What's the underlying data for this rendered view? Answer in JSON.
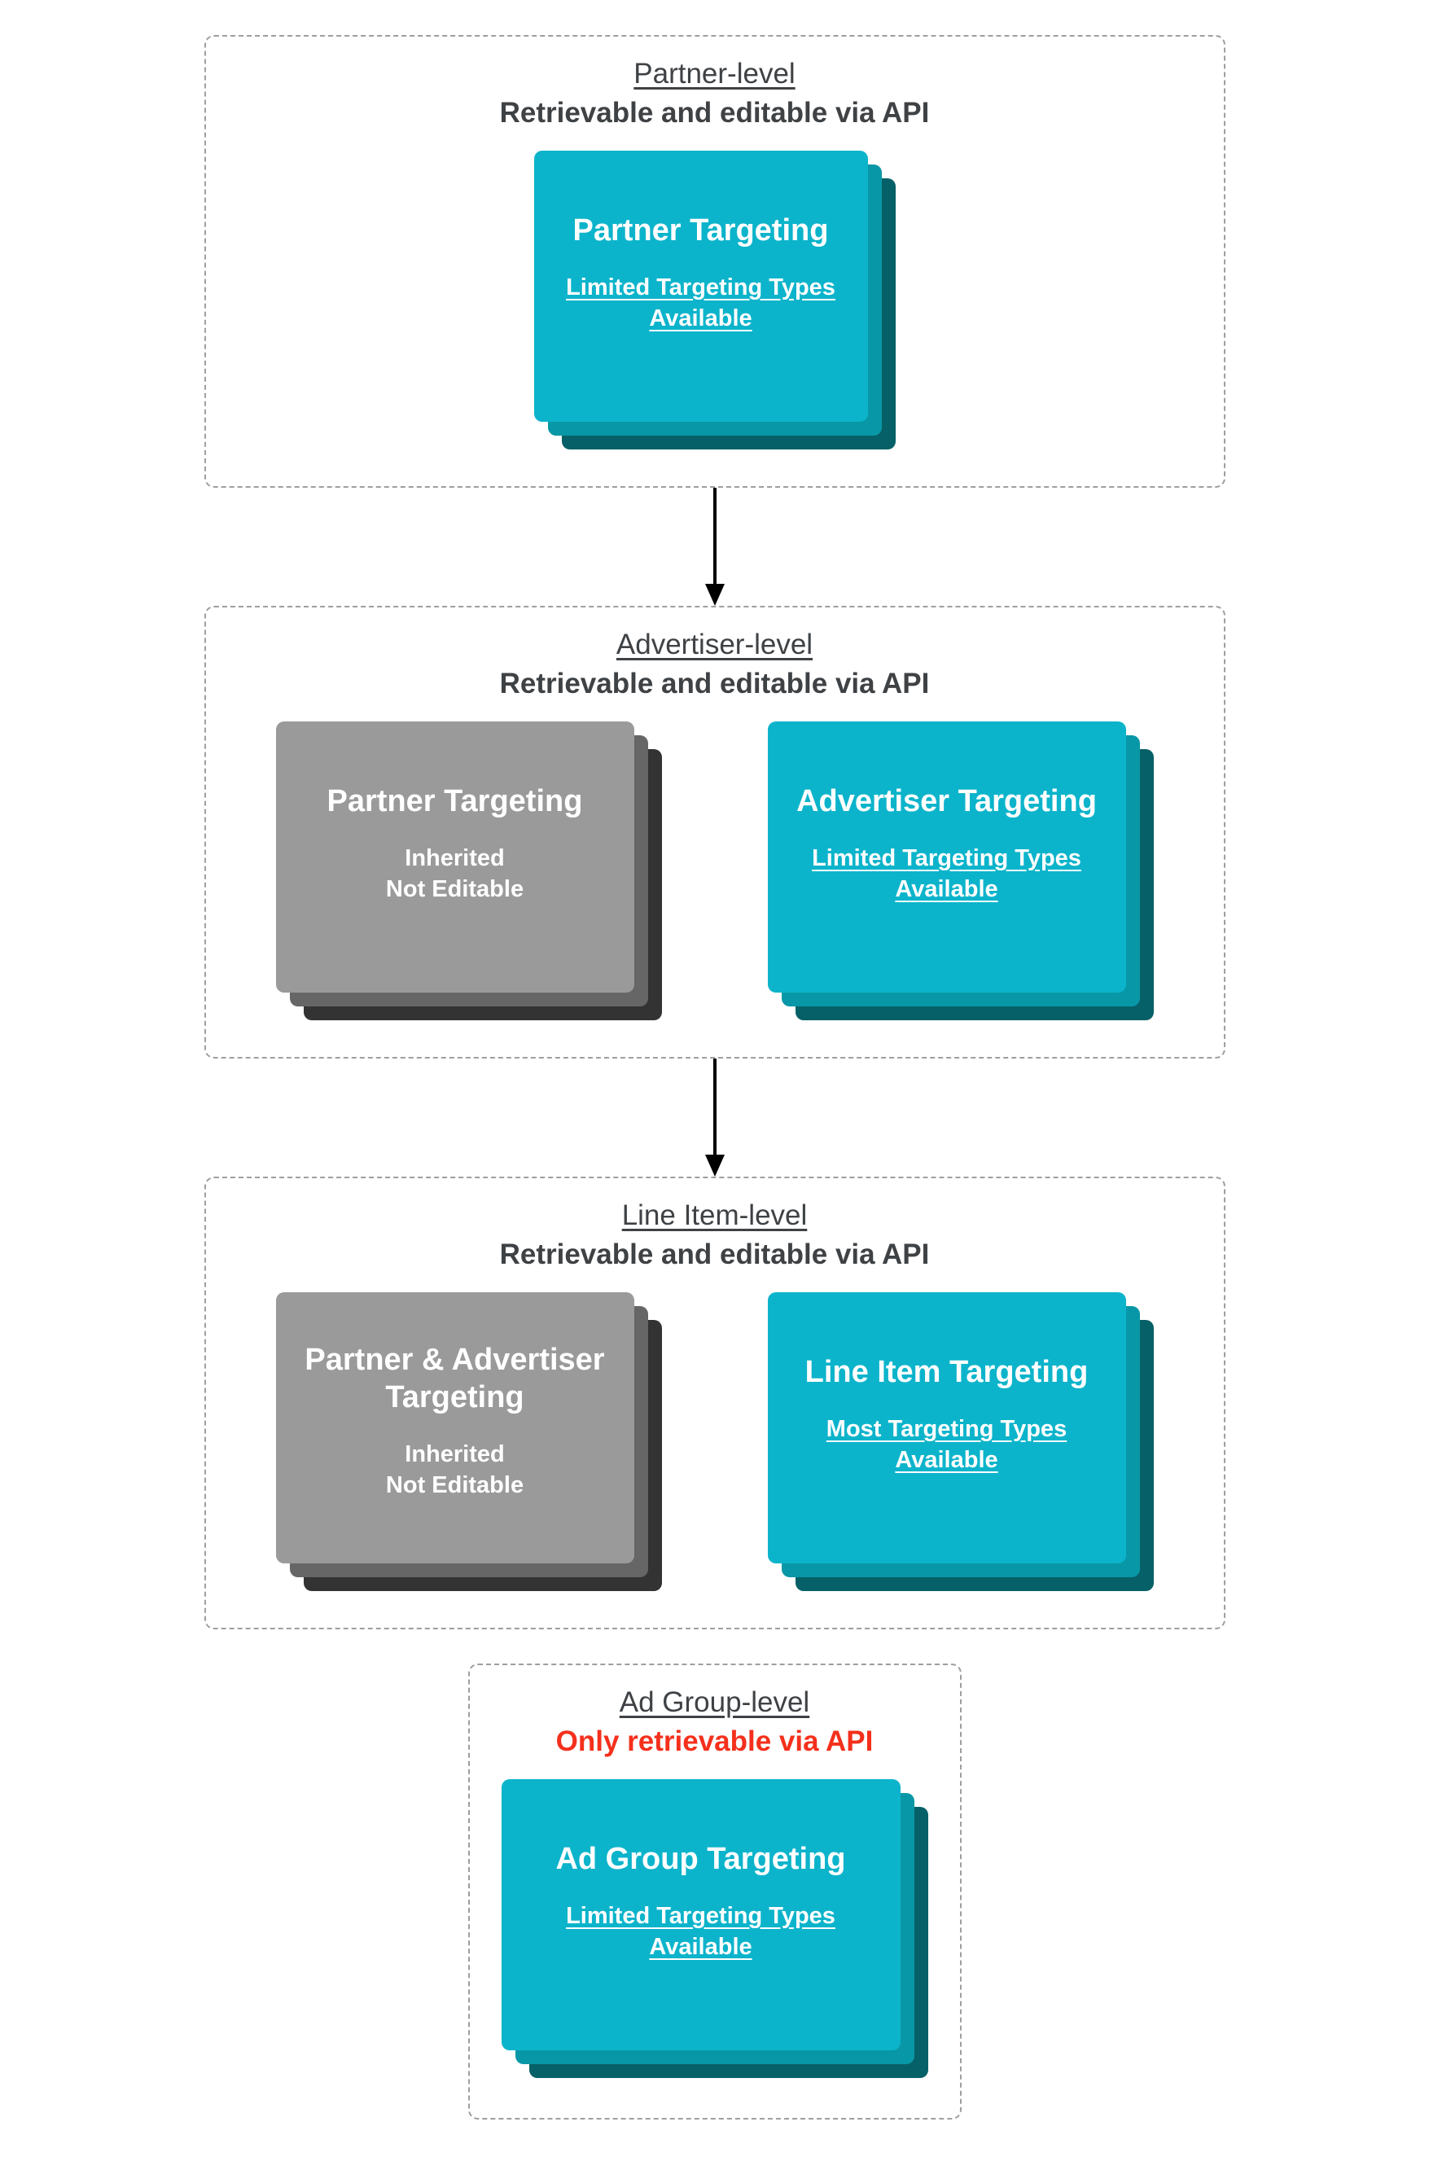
{
  "colors": {
    "card_teal": "#0cb4cb",
    "card_teal_mid": "#0897a6",
    "card_teal_dark": "#066067",
    "card_gray": "#9a9a9a",
    "card_gray_mid": "#666666",
    "card_gray_dark": "#333333",
    "heading_text": "#3f4245",
    "alert_red": "#f4301c",
    "card_text": "#ffffff",
    "dashed_border": "#9e9e9e",
    "arrow_black": "#000000"
  },
  "sections": [
    {
      "title": "Partner-level",
      "subtitle": "Retrievable and editable via API",
      "cards": [
        {
          "title_lines": [
            "Partner Targeting"
          ],
          "body_lines": [
            "Limited Targeting Types",
            "Available"
          ],
          "body_underlined": true,
          "scheme": "teal"
        }
      ]
    },
    {
      "title": "Advertiser-level",
      "subtitle": "Retrievable and editable via API",
      "cards": [
        {
          "title_lines": [
            "Partner Targeting"
          ],
          "body_lines": [
            "Inherited",
            "Not Editable"
          ],
          "body_underlined": false,
          "scheme": "gray"
        },
        {
          "title_lines": [
            "Advertiser Targeting"
          ],
          "body_lines": [
            "Limited Targeting Types",
            "Available"
          ],
          "body_underlined": true,
          "scheme": "teal"
        }
      ]
    },
    {
      "title": "Line Item-level",
      "subtitle": "Retrievable and editable via API",
      "cards": [
        {
          "title_lines": [
            "Partner & Advertiser",
            "Targeting"
          ],
          "body_lines": [
            "Inherited",
            "Not Editable"
          ],
          "body_underlined": false,
          "scheme": "gray"
        },
        {
          "title_lines": [
            "Line Item Targeting"
          ],
          "body_lines": [
            "Most Targeting Types",
            "Available"
          ],
          "body_underlined": true,
          "scheme": "teal"
        }
      ]
    },
    {
      "title": "Ad Group-level",
      "subtitle": "Only retrievable via API",
      "cards": [
        {
          "title_lines": [
            "Ad Group Targeting"
          ],
          "body_lines": [
            "Limited Targeting Types",
            "Available"
          ],
          "body_underlined": true,
          "scheme": "teal"
        }
      ]
    }
  ]
}
